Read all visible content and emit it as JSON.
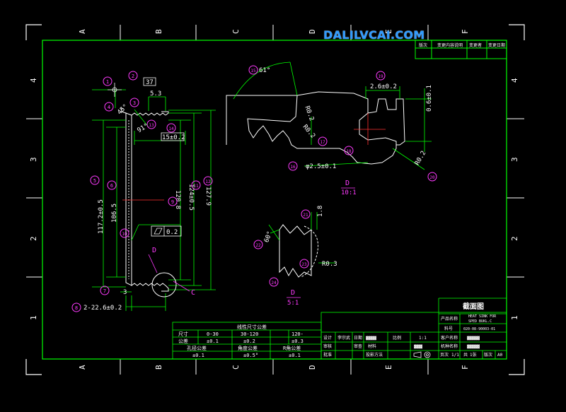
{
  "watermark": "DALILVCAI.COM",
  "border": {
    "top_letters": [
      "A",
      "B",
      "C",
      "D",
      "E",
      "F"
    ],
    "bottom_letters": [
      "A",
      "B",
      "C",
      "D",
      "E",
      "F"
    ],
    "left_numbers": [
      "4",
      "3",
      "2",
      "1"
    ],
    "right_numbers": [
      "4",
      "3",
      "2",
      "1"
    ]
  },
  "balloons": [
    "1",
    "2",
    "3",
    "4",
    "5",
    "6",
    "7",
    "8",
    "9",
    "10",
    "11",
    "12",
    "13",
    "14",
    "15",
    "16",
    "17",
    "18",
    "19",
    "20",
    "21",
    "22",
    "23",
    "24"
  ],
  "dims": {
    "d37": "37",
    "d53": "5.3",
    "d15": "15±0.2",
    "d91": "91°",
    "d45": "45°",
    "d1172": "117.2±0.5",
    "d1065": "106.5",
    "d1208": "120.8",
    "d124": "124±0.5",
    "d1279": "127.9",
    "d02": "0.2",
    "d3": "3",
    "d2226": "2-22.6±0.2",
    "d61": "61°",
    "dR02a": "R0.2",
    "dR02b": "R0.2",
    "d26": "2.6±0.2",
    "d06": "0.6±0.1",
    "dR02c": "R0.2",
    "dphi": "φ2.5±0.1",
    "d18": "1.8",
    "d60": "60°",
    "dR03": "R0.3"
  },
  "view_labels": {
    "D": "D",
    "C": "C",
    "detail1_top": "D",
    "detail1_bot": "10:1",
    "detail2_top": "D",
    "detail2_bot": "5:1"
  },
  "tolerance_table": {
    "title": "线性尺寸公差",
    "row1": [
      "尺寸",
      "0-30",
      "30-120",
      "120-"
    ],
    "row2": [
      "公差",
      "±0.1",
      "±0.2",
      "±0.3"
    ],
    "row3": [
      "孔径公差",
      "角度公差",
      "R角公差"
    ],
    "row4": [
      "±0.1",
      "±0.5°",
      "±0.1"
    ]
  },
  "title_block": {
    "name": "截面图",
    "product_label": "产品名称",
    "product_value": "HEAT SINK FOR",
    "product_value2": "SPED BUKL.C",
    "part_no_label": "料号",
    "part_no_value": "020-08-90003-01",
    "customer_label": "客户名称",
    "customer_value": "▓▓▓▓▓▓",
    "model_label": "机种名称",
    "model_value": "▓▓▓▓▓▓",
    "design_label": "设计",
    "design_value": "李宗武",
    "date_label": "日期",
    "date_value": "▓▓▓▓▓",
    "scale_label": "比例",
    "scale_value": "1:1",
    "check_label": "审核",
    "material_label": "材料",
    "material_value": "▓▓▓▓",
    "approve_label": "批准",
    "projection_label": "投影方法",
    "sheet_label": "页次",
    "sheet_value": "1/1",
    "total_label": "共",
    "total_value": "1张",
    "version_label": "版次",
    "version_value": "A0",
    "drawn_label": "审查"
  },
  "revision_block": [
    "版次",
    "变更内容说明",
    "变更者",
    "变更日期"
  ]
}
